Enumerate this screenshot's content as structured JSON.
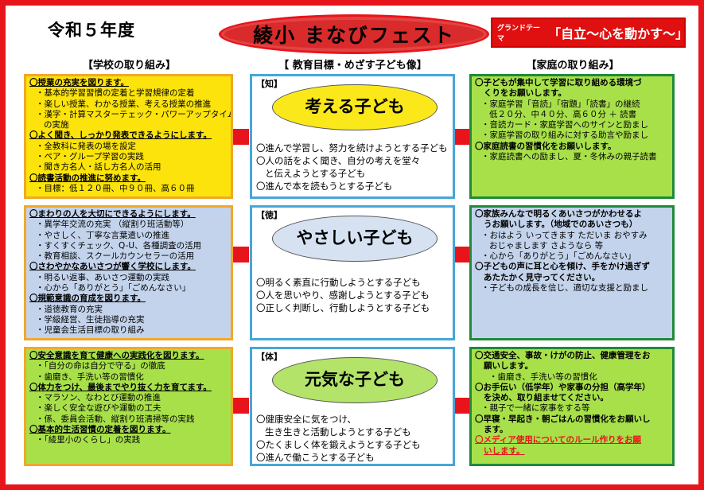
{
  "header": {
    "year": "令和５年度",
    "title": "綾小 まなびフェスト",
    "theme_label": "グランドテーマ",
    "theme_value": "「自立～心を動かす～」"
  },
  "columns": {
    "school": "【学校の取り組み】",
    "center": "【 教育目標・めざす子ども像】",
    "home": "【家庭の取り組み】"
  },
  "school": {
    "row1": [
      "〇授業の充実を図ります。",
      "・基本的学習習慣の定着と学習規律の定着",
      "・楽しい授業、わかる授業、考える授業の推進",
      "・漢字・計算マスターテェック・パワーアップタイム",
      "の実施",
      "〇よく聞き、しっかり発表できるようにします。",
      "・全教科に発表の場を設定",
      "・ペア・グループ学習の実践",
      "・聞き方名人・話し方名人の活用",
      "〇読書活動の推進に努めます。",
      "・目標：低１２０冊、中９０冊、高６０冊"
    ],
    "row2": [
      "〇まわりの人を大切にできるようにします。",
      "・異学年交流の充実 （縦割り班活動等）",
      "・やさしく、丁寧な言葉遣いの推進",
      "・すくすくチェック、Q-U、各種調査の活用",
      "・教育相談、スクールカウンセラーの活用",
      "〇さわやかなあいさつが響く学校にします。",
      "・明るい返事、あいさつ運動の実践",
      "・心から「ありがとう」「ごめんなさい」",
      "〇規範意識の育成を図ります。",
      "・道徳教育の充実",
      "・学級経営、生徒指導の充実",
      "・児童会生活目標の取り組み"
    ],
    "row3": [
      "〇安全意識を育て健康への実践化を図ります。",
      "・「自分の命は自分で守る」の徹底",
      "・歯磨き、手洗い等の習慣化",
      "〇体力をつけ、最後までやり抜く力を育てます。",
      "・マラソン、なわとび運動の推進",
      "・楽しく安全な遊びや運動の工夫",
      "・係、委員会活動、縦割り班清掃等の実践",
      "〇基本的生活習慣の定着を図ります。",
      "・「綾里小のくらし」の実践"
    ]
  },
  "center": {
    "row1": {
      "tag": "【知】",
      "ideal": "考える子ども",
      "goals": [
        "〇進んで学習し、努力を続けようとする子ども",
        "〇人の話をよく聞き、自分の考えを堂々",
        "と伝えようとする子ども",
        "〇進んで本を読もうとする子ども"
      ]
    },
    "row2": {
      "tag": "【徳】",
      "ideal": "やさしい子ども",
      "goals": [
        "〇明るく素直に行動しようとする子ども",
        "〇人を思いやり、感謝しようとする子ども",
        "〇正しく判断し、行動しようとする子ども"
      ]
    },
    "row3": {
      "tag": "【体】",
      "ideal": "元気な子ども",
      "goals": [
        "〇健康安全に気をつけ、",
        "生き生きと活動しようとする子ども",
        "〇たくましく体を鍛えようとする子ども",
        "〇進んで働こうとする子ども"
      ]
    }
  },
  "home": {
    "row1": [
      "〇子どもが集中して学習に取り組める環境づ",
      "くりをお願いします。",
      "・家庭学習「音読」「宿題」「読書」の継続",
      "低２０分、中４０分、高６０分 ＋ 読書",
      "・音読カード・家庭学習へのサインと励まし",
      "・家庭学習の取り組みに対する助言や励まし",
      "〇家庭読書の習慣化をお願いします。",
      "・家庭読書への励まし、夏・冬休みの親子読書"
    ],
    "row2": [
      "〇家族みんなで明るくあいさつがかわせるよ",
      "うお願いします。（地域でのあいさつも）",
      "・おはよう いってきます ただいま おやすみ",
      "おじゃまします さようなら 等",
      "・心から「ありがとう」「ごめんなさい」",
      "〇子どもの声に耳と心を傾け、手をかけ過ぎず",
      "あたたかく見守ってください。",
      "・子どもの成長を信じ、適切な支援と励まし"
    ],
    "row3": [
      "〇交通安全、事故・けがの防止、健康管理をお",
      "願いします。",
      "・歯磨き、手洗い等の習慣化",
      "〇お手伝い（低学年）や家事の分担（高学年）",
      "を決め、取り組ませてください。",
      "・親子で一緒に家事をする等",
      "〇早寝・早起き・朝ごはんの習慣化をお願いし",
      "ます。",
      "〇メディア使用についてのルール作りをお願",
      "いします。"
    ]
  },
  "colors": {
    "frame": "#e8141b",
    "yellow": "#fbe30b",
    "blue": "#c3d3ec",
    "lime": "#a8e04a",
    "orange_border": "#f2a72a",
    "green_border": "#1f8a3a",
    "center_border": "#47a6d8"
  }
}
